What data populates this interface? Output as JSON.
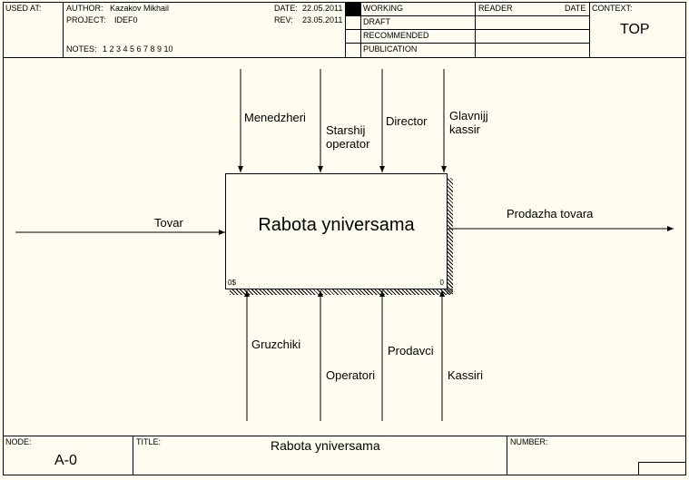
{
  "header": {
    "used_at_label": "USED AT:",
    "author_label": "AUTHOR:",
    "author_value": "Kazakov Mikhail",
    "project_label": "PROJECT:",
    "project_value": "IDEF0",
    "notes_label": "NOTES:",
    "notes_value": "1  2  3  4  5  6  7  8  9  10",
    "date_label": "DATE:",
    "date_value": "22.05.2011",
    "rev_label": "REV:",
    "rev_value": "23.05.2011",
    "status_items": [
      "WORKING",
      "DRAFT",
      "RECOMMENDED",
      "PUBLICATION"
    ],
    "reader_label": "READER",
    "reader_date_label": "DATE",
    "context_label": "CONTEXT:",
    "context_value": "TOP"
  },
  "diagram": {
    "activity": {
      "title": "Rabota yniversama",
      "cost": "0$",
      "number": "0"
    },
    "inputs": [
      "Tovar"
    ],
    "outputs": [
      "Prodazha tovara"
    ],
    "controls": [
      "Menedzheri",
      "Starshij\noperator",
      "Director",
      "Glavnijj\nkassir"
    ],
    "mechanisms": [
      "Gruzchiki",
      "Operatori",
      "Prodavci",
      "Kassiri"
    ]
  },
  "footer": {
    "node_label": "NODE:",
    "node_value": "A-0",
    "title_label": "TITLE:",
    "title_value": "Rabota yniversama",
    "number_label": "NUMBER:"
  }
}
